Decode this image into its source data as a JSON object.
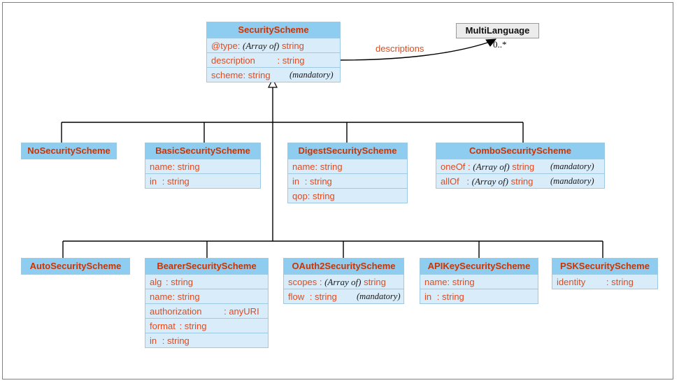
{
  "diagram": {
    "kind": "uml-class-diagram",
    "colors": {
      "class_header_fill": "#8ecdf0",
      "class_attr_fill": "#d8ecfa",
      "class_border": "#9ec9e2",
      "class_text": "#e04b1e",
      "plain_box_fill": "#ececec",
      "plain_box_border": "#9a9a9a",
      "edge_color": "#000000",
      "edge_label_color": "#e04b1e",
      "page_border": "#808080"
    },
    "root": {
      "name": "SecurityScheme",
      "attributes": [
        {
          "name": "@type",
          "sep": ":",
          "arrayof": "(Array of)",
          "type": "string",
          "flag": ""
        },
        {
          "name": "description",
          "sep": ":",
          "arrayof": "",
          "type": "string",
          "flag": ""
        },
        {
          "name": "scheme",
          "sep": ":",
          "arrayof": "",
          "type": "string",
          "flag": "(mandatory)"
        }
      ]
    },
    "associated": {
      "name": "MultiLanguage",
      "role_label": "descriptions",
      "multiplicity": "0..*"
    },
    "row2": [
      {
        "name": "NoSecurityScheme",
        "attributes": []
      },
      {
        "name": "BasicSecurityScheme",
        "attributes": [
          {
            "name": "name",
            "sep": ":",
            "arrayof": "",
            "type": "string",
            "flag": ""
          },
          {
            "name": "in",
            "sep": ":",
            "arrayof": "",
            "type": "string",
            "flag": ""
          }
        ]
      },
      {
        "name": "DigestSecurityScheme",
        "attributes": [
          {
            "name": "name",
            "sep": ":",
            "arrayof": "",
            "type": "string",
            "flag": ""
          },
          {
            "name": "in",
            "sep": ":",
            "arrayof": "",
            "type": "string",
            "flag": ""
          },
          {
            "name": "qop",
            "sep": ":",
            "arrayof": "",
            "type": "string",
            "flag": ""
          }
        ]
      },
      {
        "name": "ComboSecurityScheme",
        "attributes": [
          {
            "name": "oneOf",
            "sep": ":",
            "arrayof": "(Array of)",
            "type": "string",
            "flag": "(mandatory)"
          },
          {
            "name": "allOf",
            "sep": ":",
            "arrayof": "(Array of)",
            "type": "string",
            "flag": "(mandatory)"
          }
        ]
      }
    ],
    "row3": [
      {
        "name": "AutoSecurityScheme",
        "attributes": []
      },
      {
        "name": "BearerSecurityScheme",
        "attributes": [
          {
            "name": "alg",
            "sep": ":",
            "arrayof": "",
            "type": "string",
            "flag": ""
          },
          {
            "name": "name",
            "sep": ":",
            "arrayof": "",
            "type": "string",
            "flag": ""
          },
          {
            "name": "authorization",
            "sep": ":",
            "arrayof": "",
            "type": "anyURI",
            "flag": ""
          },
          {
            "name": "format",
            "sep": ":",
            "arrayof": "",
            "type": "string",
            "flag": ""
          },
          {
            "name": "in",
            "sep": ":",
            "arrayof": "",
            "type": "string",
            "flag": ""
          }
        ]
      },
      {
        "name": "OAuth2SecurityScheme",
        "attributes": [
          {
            "name": "scopes",
            "sep": ":",
            "arrayof": "(Array of)",
            "type": "string",
            "flag": ""
          },
          {
            "name": "flow",
            "sep": ":",
            "arrayof": "",
            "type": "string",
            "flag": "(mandatory)"
          }
        ]
      },
      {
        "name": "APIKeySecurityScheme",
        "attributes": [
          {
            "name": "name",
            "sep": ":",
            "arrayof": "",
            "type": "string",
            "flag": ""
          },
          {
            "name": "in",
            "sep": ":",
            "arrayof": "",
            "type": "string",
            "flag": ""
          }
        ]
      },
      {
        "name": "PSKSecurityScheme",
        "attributes": [
          {
            "name": "identity",
            "sep": ":",
            "arrayof": "",
            "type": "string",
            "flag": ""
          }
        ]
      }
    ]
  }
}
